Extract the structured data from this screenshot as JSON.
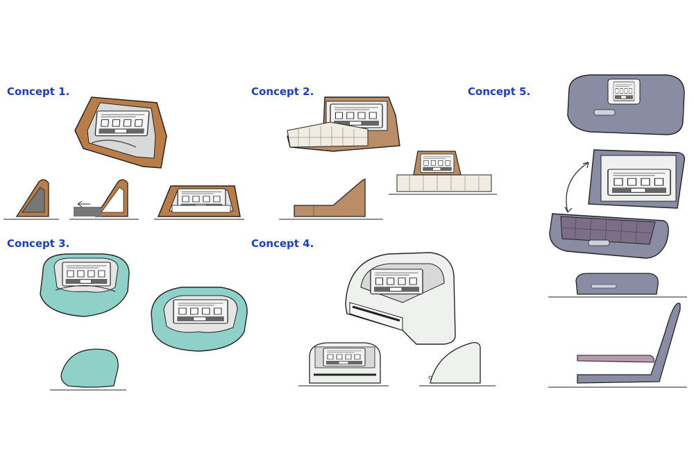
{
  "concepts": [
    {
      "label": "Concept 1."
    },
    {
      "label": "Concept 2."
    },
    {
      "label": "Concept 3."
    },
    {
      "label": "Concept 4."
    },
    {
      "label": "Concept 5."
    }
  ],
  "colors": {
    "label": "#1b3fc4",
    "concept1_body": "#b97d47",
    "concept2_body": "#b98e66",
    "concept3_body": "#8fd0c8",
    "concept4_body": "#eef1ee",
    "concept5_body": "#8a8ca3",
    "concept5_tray": "#7b6e86",
    "outline": "#222222"
  },
  "icons": [
    "screen-icon",
    "pill-tray-icon",
    "arrow-left-icon",
    "curved-double-arrow-icon"
  ]
}
